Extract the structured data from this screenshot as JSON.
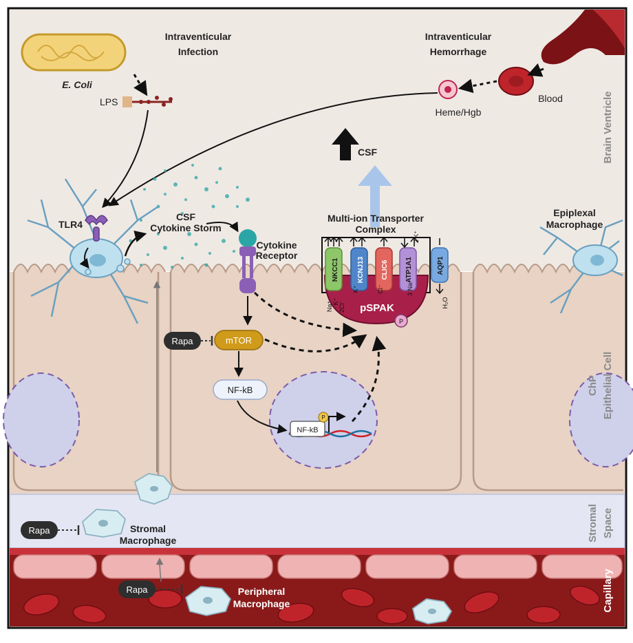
{
  "sources": {
    "infection": {
      "title_line1": "Intraventicular",
      "title_line2": "Infection",
      "bacterium": "E. Coli",
      "toxin": "LPS"
    },
    "hemorrhage": {
      "title_line1": "Intraventicular",
      "title_line2": "Hemorrhage",
      "blood": "Blood",
      "heme": "Heme/Hgb"
    }
  },
  "compartments": {
    "ventricle": "Brain Ventricle",
    "epithelial_line1": "ChP",
    "epithelial_line2": "Epithelial Cell",
    "stromal_line1": "Stromal",
    "stromal_line2": "Space",
    "capillary": "Capillary"
  },
  "csf_output": "CSF",
  "signaling": {
    "receptor_tlr4": "TLR4",
    "storm_line1": "CSF",
    "storm_line2": "Cytokine Storm",
    "cytokine_receptor_line1": "Cytokine",
    "cytokine_receptor_line2": "Receptor",
    "rapa": "Rapa",
    "mtor": "mTOR",
    "nfkb": "NF-kB",
    "nfkb_nuclear": "NF-kB",
    "phospho": "P"
  },
  "transporter": {
    "title_line1": "Multi-ion Transporter",
    "title_line2": "Complex",
    "kinase": "pSPAK",
    "channels": [
      "NKCC1",
      "KCNJ13",
      "CLIC6",
      "ATP1A1",
      "AQP1"
    ],
    "ions": {
      "na": "Na⁺",
      "k": "K⁺",
      "cl2": "2Cl⁻",
      "k_only": "K⁺",
      "cl": "Cl⁻",
      "k2": "2 K⁺",
      "na3": "3 Na⁺",
      "h2o": "H₂O"
    }
  },
  "macrophages": {
    "epiplexal_line1": "Epiplexal",
    "epiplexal_line2": "Macrophage",
    "stromal_line1": "Stromal",
    "stromal_line2": "Macrophage",
    "peripheral_line1": "Peripheral",
    "peripheral_line2": "Macrophage"
  },
  "colors": {
    "cell": "#e8d3c4",
    "cell_border": "#b79a88",
    "ventricle": "#efe9e4",
    "stroma": "#e4e6f3",
    "capillary": "#8a1a1a",
    "rbc": "#c0242b",
    "spak": "#a8204a",
    "mtor": "#d09a1a",
    "microglia": "#bfe0ee",
    "arrow_up": "#a9c6ea",
    "nucleus": "#cfd0ea",
    "rapa": "#2e2e2e"
  }
}
